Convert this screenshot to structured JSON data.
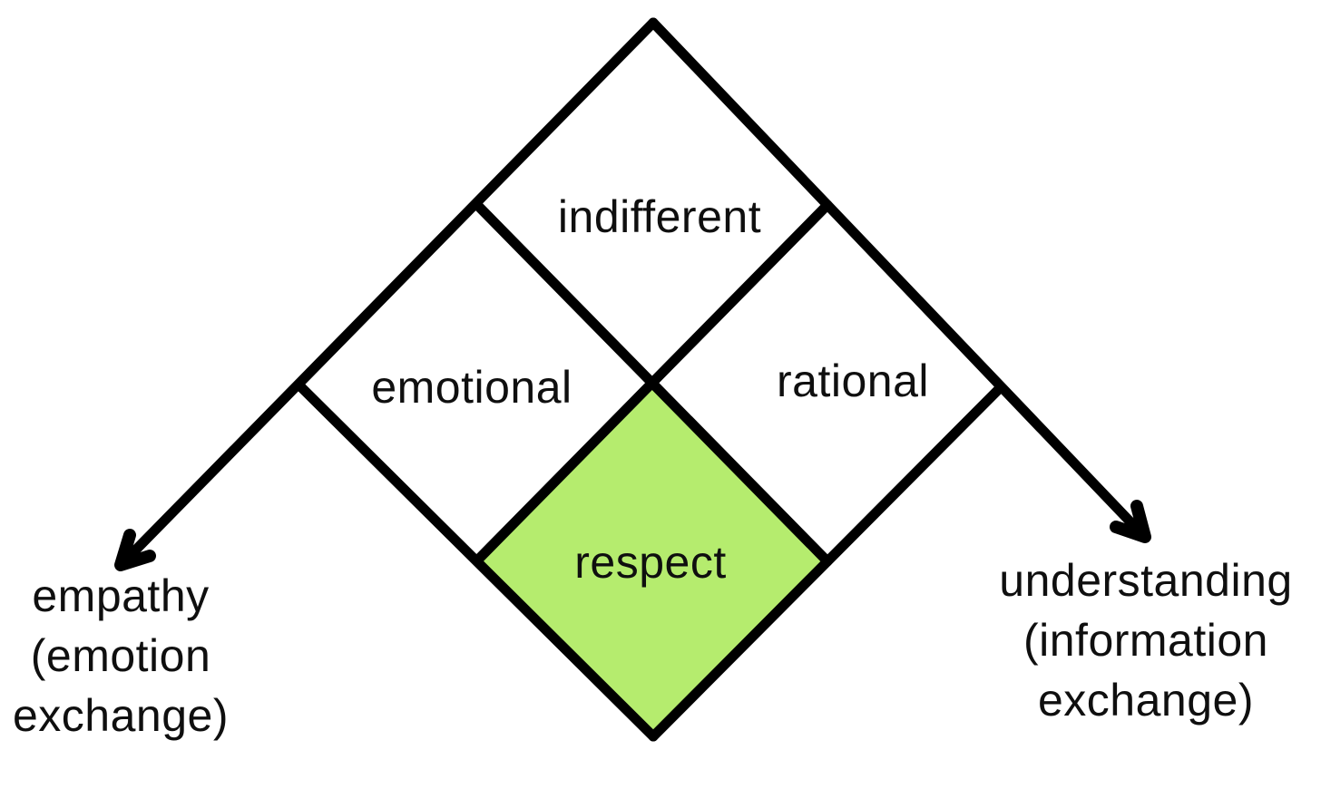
{
  "quadrants": [
    {
      "id": "top",
      "label": "indifferent",
      "highlighted": false
    },
    {
      "id": "left",
      "label": "emotional",
      "highlighted": false
    },
    {
      "id": "right",
      "label": "rational",
      "highlighted": false
    },
    {
      "id": "bottom",
      "label": "respect",
      "highlighted": true
    }
  ],
  "axes": {
    "left": {
      "name": "empathy axis",
      "lines": [
        "empathy",
        "(emotion",
        "exchange)"
      ]
    },
    "right": {
      "name": "understanding axis",
      "lines": [
        "understanding",
        "(information",
        "exchange)"
      ]
    }
  },
  "colors": {
    "line": "#000000",
    "text": "#0f0f0f",
    "highlight_fill": "#b5ec6e",
    "background": "#ffffff"
  }
}
